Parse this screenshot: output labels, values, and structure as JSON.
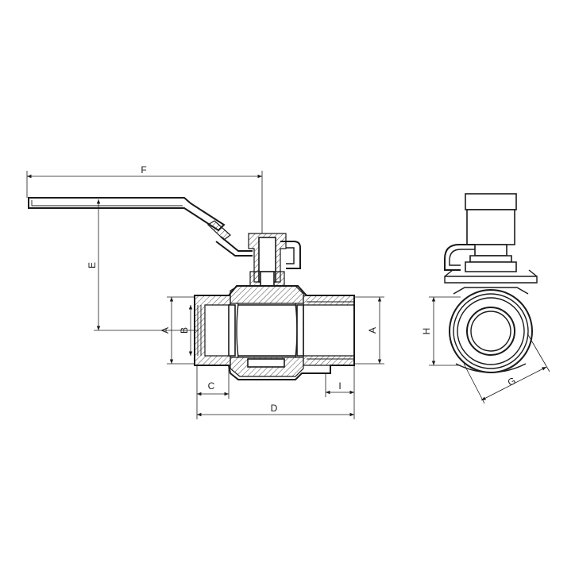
{
  "dimensions": {
    "F": "F",
    "E": "E",
    "A_left": "A",
    "B": "B",
    "A_right": "A",
    "C": "C",
    "I": "I",
    "D": "D",
    "H": "H",
    "G": "G"
  }
}
